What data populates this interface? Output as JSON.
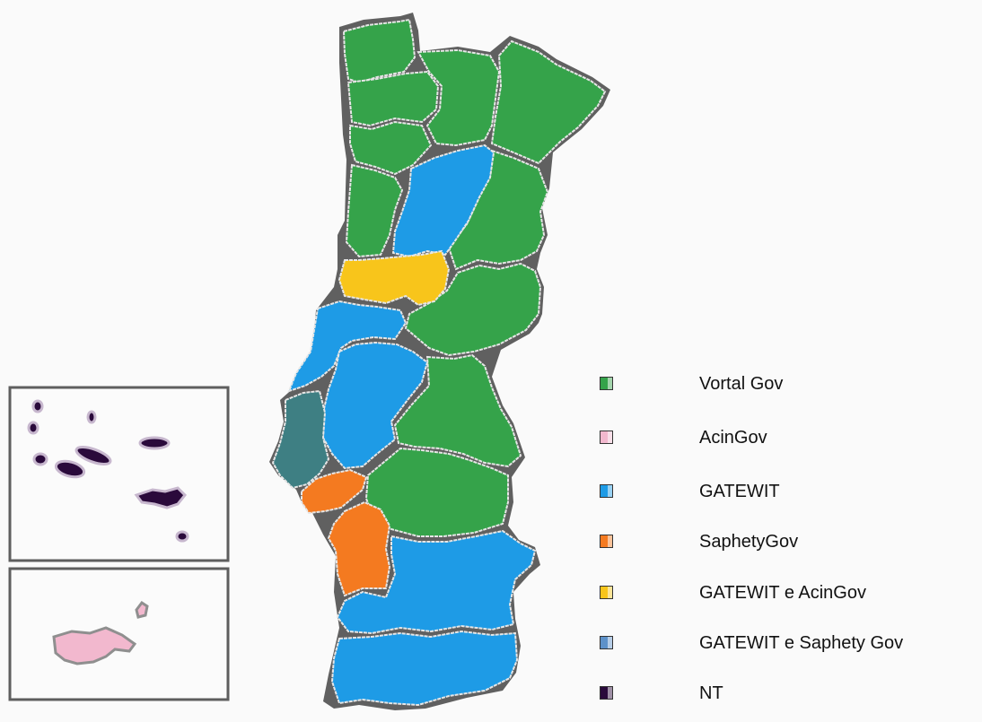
{
  "legend": [
    {
      "label": "Vortal Gov",
      "color": "#35a34a"
    },
    {
      "label": "AcinGov",
      "color": "#f2b8ce"
    },
    {
      "label": "GATEWIT",
      "color": "#1e9be6"
    },
    {
      "label": "SaphetyGov",
      "color": "#f47a20"
    },
    {
      "label": "GATEWIT e AcinGov",
      "color": "#f8c51b"
    },
    {
      "label": "GATEWIT e Saphety Gov",
      "color": "#5d91c9"
    },
    {
      "label": "NT",
      "color": "#2a0a3b"
    }
  ],
  "colors": {
    "border": "#606060",
    "inner_border": "#e6e6e6",
    "lisbon": "#3e7f83",
    "background": "#fafafa"
  }
}
